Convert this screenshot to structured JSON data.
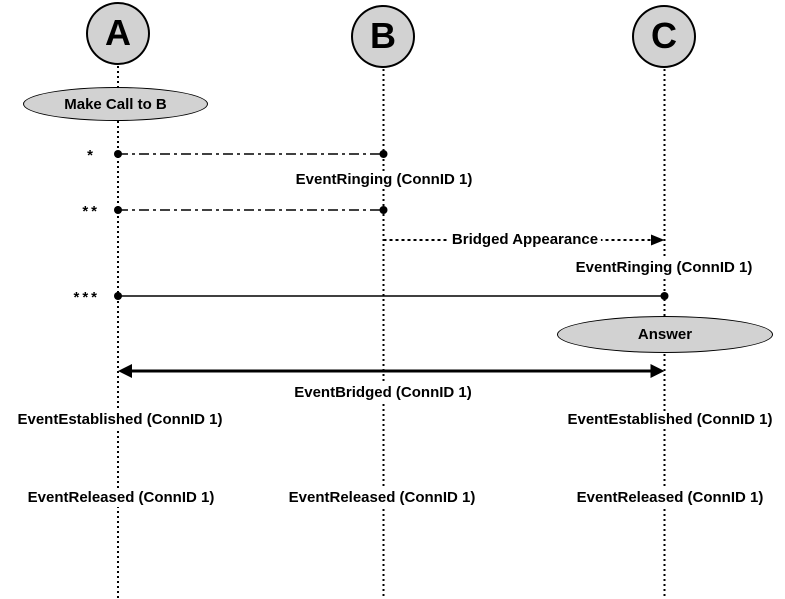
{
  "diagram": {
    "type": "sequence-diagram",
    "colors": {
      "background": "#ffffff",
      "actor_fill": "#d2d2d2",
      "line": "#000000"
    },
    "actors": [
      {
        "label": "A"
      },
      {
        "label": "B"
      },
      {
        "label": "C"
      }
    ],
    "actions": [
      {
        "actor": "A",
        "label": "Make Call to B"
      },
      {
        "actor": "C",
        "label": "Answer"
      }
    ],
    "messages": [
      {
        "marker": "*",
        "from": "A",
        "to": "B",
        "style": "dashed",
        "label": "EventRinging (ConnID 1)"
      },
      {
        "marker": "**",
        "from": "A",
        "to": "B",
        "style": "dashed"
      },
      {
        "from": "B",
        "to": "C",
        "style": "dotted-arrow",
        "label": "Bridged Appearance",
        "result": "EventRinging (ConnID 1)"
      },
      {
        "marker": "***",
        "from": "A",
        "to": "C",
        "style": "solid"
      },
      {
        "from": "A",
        "to": "C",
        "style": "double-arrow",
        "label": "EventBridged (ConnID 1)"
      }
    ],
    "events": [
      {
        "actor": "A",
        "label": "EventEstablished (ConnID 1)"
      },
      {
        "actor": "C",
        "label": "EventEstablished (ConnID 1)"
      },
      {
        "actor": "A",
        "label": "EventReleased (ConnID 1)"
      },
      {
        "actor": "B",
        "label": "EventReleased (ConnID 1)"
      },
      {
        "actor": "C",
        "label": "EventReleased (ConnID 1)"
      }
    ]
  }
}
